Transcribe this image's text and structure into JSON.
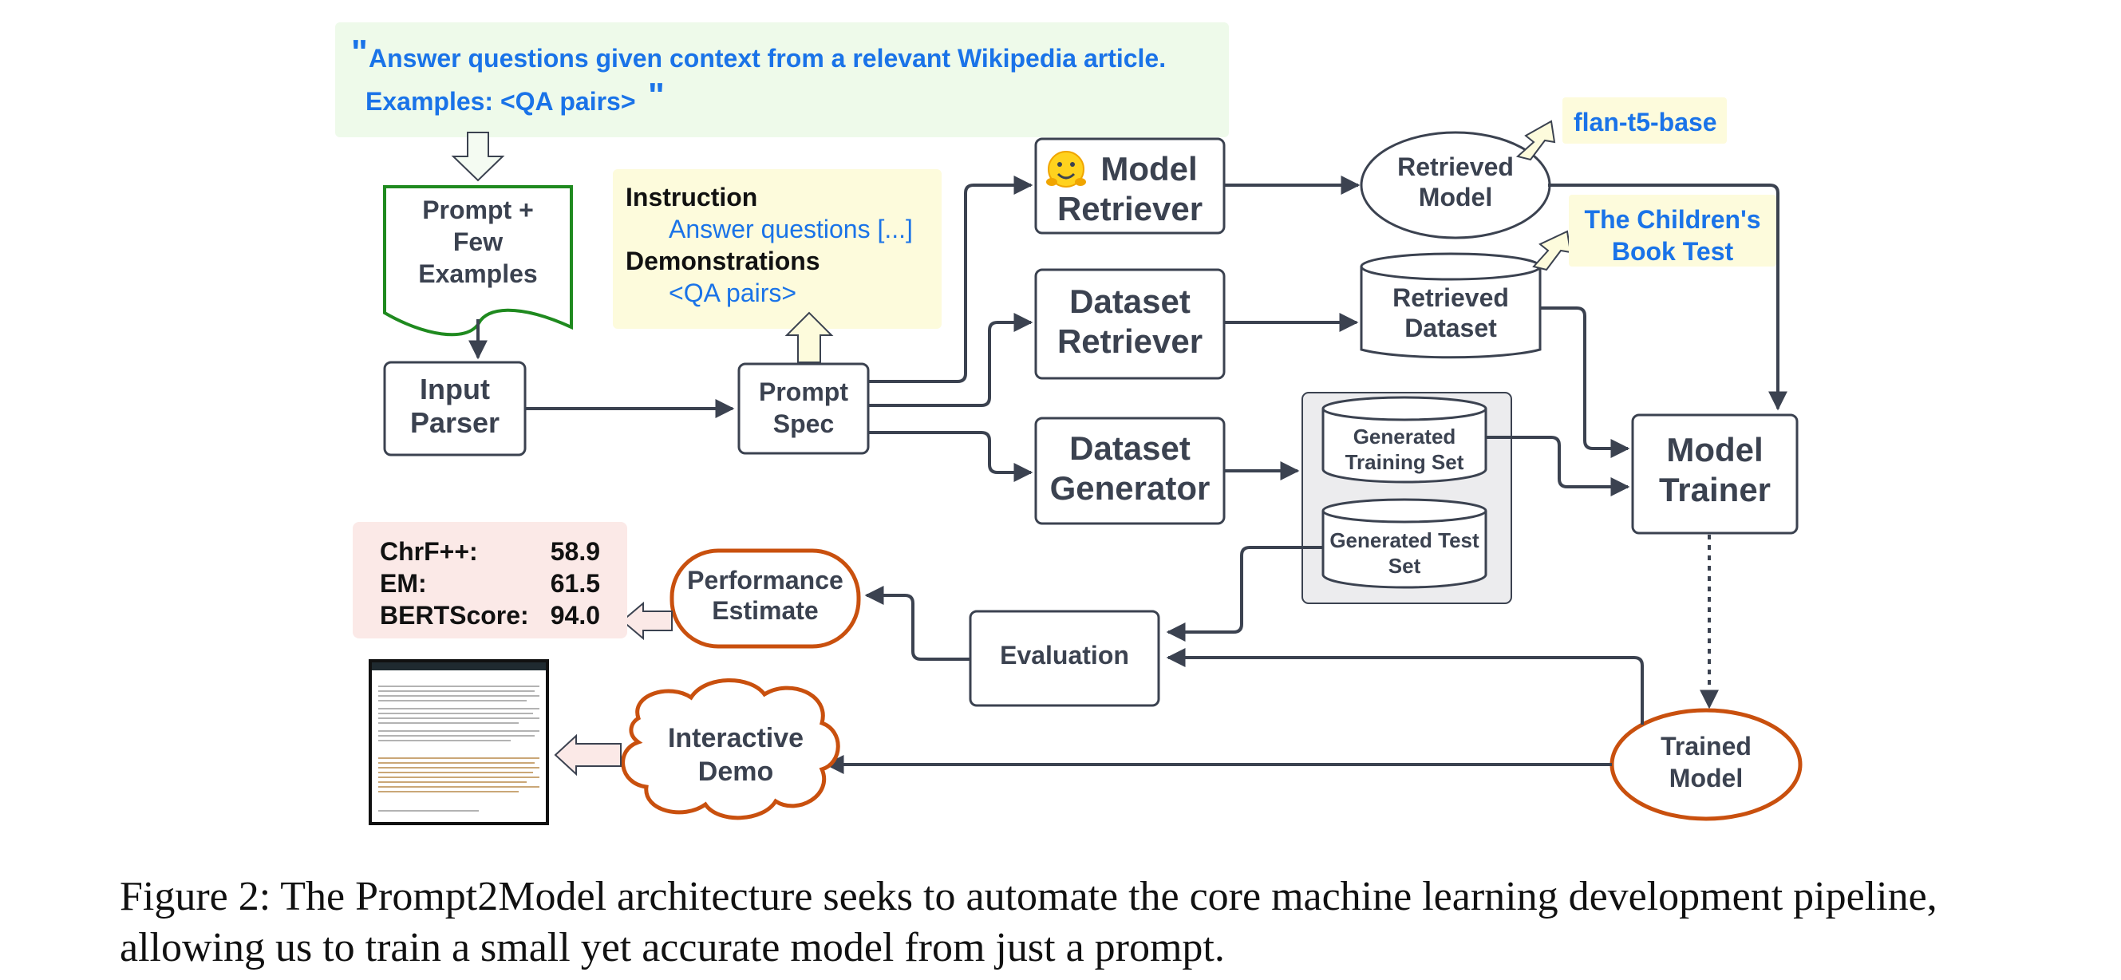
{
  "prompt_box": {
    "quote_open": "\"",
    "line1": "Answer questions given context from a relevant Wikipedia article.",
    "line2": "Examples: <QA pairs>",
    "quote_close": "\""
  },
  "prompt_doc": {
    "line1": "Prompt +",
    "line2": "Few",
    "line3": "Examples"
  },
  "input_parser": {
    "line1": "Input",
    "line2": "Parser"
  },
  "prompt_spec_note": {
    "instruction_heading": "Instruction",
    "instruction_text": "Answer questions [...]",
    "demonstrations_heading": "Demonstrations",
    "demonstrations_text": "<QA pairs>"
  },
  "prompt_spec": {
    "line1": "Prompt",
    "line2": "Spec"
  },
  "model_retriever": {
    "emoji": "🤗",
    "line1": "Model",
    "line2": "Retriever"
  },
  "dataset_retriever": {
    "line1": "Dataset",
    "line2": "Retriever"
  },
  "dataset_generator": {
    "line1": "Dataset",
    "line2": "Generator"
  },
  "retrieved_model": {
    "line1": "Retrieved",
    "line2": "Model"
  },
  "retrieved_dataset": {
    "line1": "Retrieved",
    "line2": "Dataset"
  },
  "flan_note": {
    "text": "flan-t5-base"
  },
  "cbt_note": {
    "line1": "The Children's",
    "line2": "Book Test"
  },
  "generated_training": {
    "line1": "Generated",
    "line2": "Training Set"
  },
  "generated_test": {
    "line1": "Generated Test",
    "line2": "Set"
  },
  "model_trainer": {
    "line1": "Model",
    "line2": "Trainer"
  },
  "trained_model": {
    "line1": "Trained",
    "line2": "Model"
  },
  "evaluation": {
    "label": "Evaluation"
  },
  "performance_estimate": {
    "line1": "Performance",
    "line2": "Estimate"
  },
  "metrics": [
    {
      "name": "ChrF++:",
      "value": "58.9"
    },
    {
      "name": "EM:",
      "value": "61.5"
    },
    {
      "name": "BERTScore:",
      "value": "94.0"
    }
  ],
  "interactive_demo": {
    "line1": "Interactive",
    "line2": "Demo"
  },
  "caption": {
    "prefix": "Figure 2: The ",
    "system_name": "Prompt2Model",
    "line1_rest": " architecture seeks to automate the core machine learning development pipeline,",
    "line2": "allowing us to train a small yet accurate model from just a prompt."
  },
  "colors": {
    "node_stroke": "#3b4250",
    "accent_orange": "#c9500e",
    "accent_green": "#1f8a1f",
    "link_blue": "#1a73e8",
    "prompt_bg": "#eefaea",
    "note_yellow": "#fdfbdc",
    "metrics_bg": "#fbe9e7",
    "generated_panel_bg": "#ececee"
  }
}
